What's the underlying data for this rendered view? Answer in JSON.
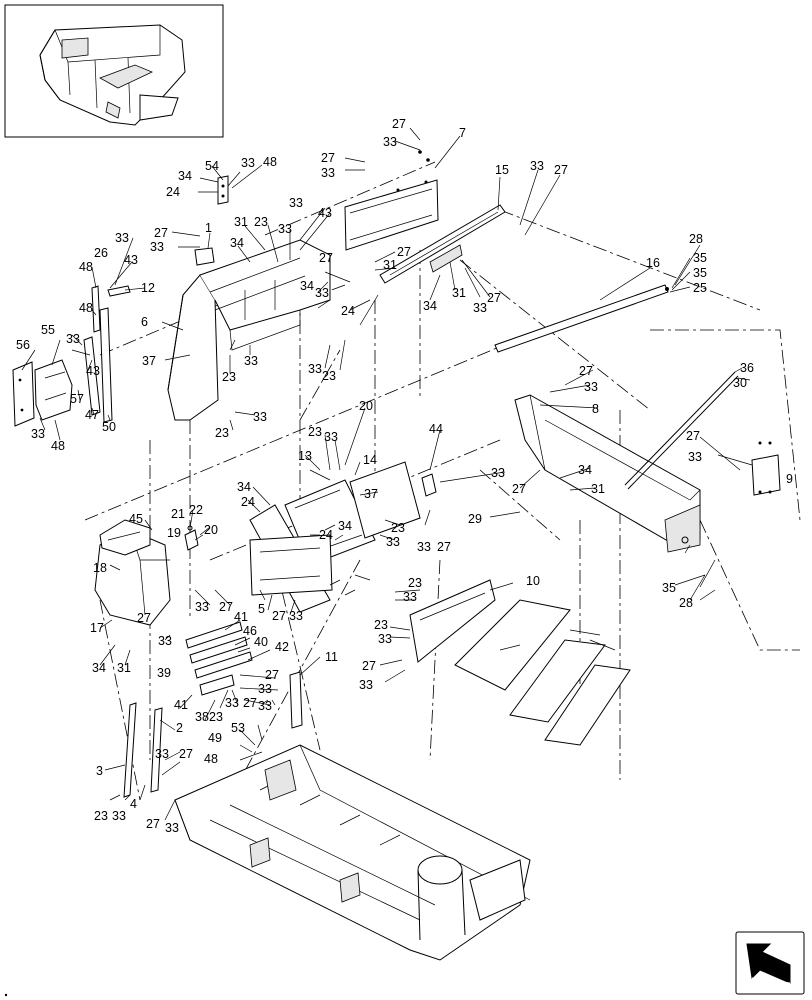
{
  "diagram": {
    "callouts": [
      {
        "id": "c1",
        "text": "27"
      },
      {
        "id": "c2",
        "text": "33"
      },
      {
        "id": "c3",
        "text": "7"
      },
      {
        "id": "c4",
        "text": "27"
      },
      {
        "id": "c5",
        "text": "33"
      },
      {
        "id": "c6",
        "text": "54"
      },
      {
        "id": "c7",
        "text": "33"
      },
      {
        "id": "c8",
        "text": "48"
      },
      {
        "id": "c9",
        "text": "34"
      },
      {
        "id": "c10",
        "text": "24"
      },
      {
        "id": "c11",
        "text": "15"
      },
      {
        "id": "c12",
        "text": "33"
      },
      {
        "id": "c13",
        "text": "27"
      },
      {
        "id": "c14",
        "text": "33"
      },
      {
        "id": "c15",
        "text": "43"
      },
      {
        "id": "c16",
        "text": "31"
      },
      {
        "id": "c17",
        "text": "23"
      },
      {
        "id": "c18",
        "text": "33"
      },
      {
        "id": "c19",
        "text": "27"
      },
      {
        "id": "c20",
        "text": "1"
      },
      {
        "id": "c21",
        "text": "33"
      },
      {
        "id": "c22",
        "text": "34"
      },
      {
        "id": "c23",
        "text": "33"
      },
      {
        "id": "c24",
        "text": "26"
      },
      {
        "id": "c25",
        "text": "48"
      },
      {
        "id": "c26",
        "text": "43"
      },
      {
        "id": "c27",
        "text": "12"
      },
      {
        "id": "c28",
        "text": "48"
      },
      {
        "id": "c29",
        "text": "6"
      },
      {
        "id": "c30",
        "text": "27"
      },
      {
        "id": "c31",
        "text": "31"
      },
      {
        "id": "c32",
        "text": "27"
      },
      {
        "id": "c33",
        "text": "33"
      },
      {
        "id": "c34",
        "text": "34"
      },
      {
        "id": "c35",
        "text": "24"
      },
      {
        "id": "c36",
        "text": "34"
      },
      {
        "id": "c37",
        "text": "31"
      },
      {
        "id": "c38",
        "text": "33"
      },
      {
        "id": "c39",
        "text": "27"
      },
      {
        "id": "c40",
        "text": "28"
      },
      {
        "id": "c41",
        "text": "16"
      },
      {
        "id": "c42",
        "text": "35"
      },
      {
        "id": "c43",
        "text": "35"
      },
      {
        "id": "c44",
        "text": "25"
      },
      {
        "id": "c45",
        "text": "55"
      },
      {
        "id": "c46",
        "text": "56"
      },
      {
        "id": "c47",
        "text": "33"
      },
      {
        "id": "c48",
        "text": "43"
      },
      {
        "id": "c49",
        "text": "57"
      },
      {
        "id": "c50",
        "text": "47"
      },
      {
        "id": "c51",
        "text": "50"
      },
      {
        "id": "c52",
        "text": "33"
      },
      {
        "id": "c53",
        "text": "48"
      },
      {
        "id": "c54",
        "text": "37"
      },
      {
        "id": "c55",
        "text": "23"
      },
      {
        "id": "c56",
        "text": "33"
      },
      {
        "id": "c57",
        "text": "33"
      },
      {
        "id": "c58",
        "text": "23"
      },
      {
        "id": "c59",
        "text": "23"
      },
      {
        "id": "c60",
        "text": "33"
      },
      {
        "id": "c61",
        "text": "27"
      },
      {
        "id": "c62",
        "text": "33"
      },
      {
        "id": "c63",
        "text": "36"
      },
      {
        "id": "c64",
        "text": "30"
      },
      {
        "id": "c65",
        "text": "8"
      },
      {
        "id": "c66",
        "text": "20"
      },
      {
        "id": "c67",
        "text": "23"
      },
      {
        "id": "c68",
        "text": "33"
      },
      {
        "id": "c69",
        "text": "44"
      },
      {
        "id": "c70",
        "text": "27"
      },
      {
        "id": "c71",
        "text": "33"
      },
      {
        "id": "c72",
        "text": "9"
      },
      {
        "id": "c73",
        "text": "13"
      },
      {
        "id": "c74",
        "text": "14"
      },
      {
        "id": "c75",
        "text": "33"
      },
      {
        "id": "c76",
        "text": "34"
      },
      {
        "id": "c77",
        "text": "27"
      },
      {
        "id": "c78",
        "text": "31"
      },
      {
        "id": "c79",
        "text": "34"
      },
      {
        "id": "c80",
        "text": "24"
      },
      {
        "id": "c81",
        "text": "37"
      },
      {
        "id": "c82",
        "text": "29"
      },
      {
        "id": "c83",
        "text": "34"
      },
      {
        "id": "c84",
        "text": "24"
      },
      {
        "id": "c85",
        "text": "23"
      },
      {
        "id": "c86",
        "text": "33"
      },
      {
        "id": "c87",
        "text": "33"
      },
      {
        "id": "c88",
        "text": "27"
      },
      {
        "id": "c89",
        "text": "21"
      },
      {
        "id": "c90",
        "text": "22"
      },
      {
        "id": "c91",
        "text": "45"
      },
      {
        "id": "c92",
        "text": "19"
      },
      {
        "id": "c93",
        "text": "20"
      },
      {
        "id": "c94",
        "text": "18"
      },
      {
        "id": "c95",
        "text": "33"
      },
      {
        "id": "c96",
        "text": "27"
      },
      {
        "id": "c97",
        "text": "5"
      },
      {
        "id": "c98",
        "text": "27"
      },
      {
        "id": "c99",
        "text": "33"
      },
      {
        "id": "c100",
        "text": "23"
      },
      {
        "id": "c101",
        "text": "33"
      },
      {
        "id": "c102",
        "text": "10"
      },
      {
        "id": "c103",
        "text": "35"
      },
      {
        "id": "c104",
        "text": "28"
      },
      {
        "id": "c105",
        "text": "17"
      },
      {
        "id": "c106",
        "text": "27"
      },
      {
        "id": "c107",
        "text": "33"
      },
      {
        "id": "c108",
        "text": "34"
      },
      {
        "id": "c109",
        "text": "31"
      },
      {
        "id": "c110",
        "text": "41"
      },
      {
        "id": "c111",
        "text": "46"
      },
      {
        "id": "c112",
        "text": "40"
      },
      {
        "id": "c113",
        "text": "42"
      },
      {
        "id": "c114",
        "text": "23"
      },
      {
        "id": "c115",
        "text": "33"
      },
      {
        "id": "c116",
        "text": "27"
      },
      {
        "id": "c117",
        "text": "33"
      },
      {
        "id": "c118",
        "text": "39"
      },
      {
        "id": "c119",
        "text": "11"
      },
      {
        "id": "c120",
        "text": "27"
      },
      {
        "id": "c121",
        "text": "33"
      },
      {
        "id": "c122",
        "text": "41"
      },
      {
        "id": "c123",
        "text": "38"
      },
      {
        "id": "c124",
        "text": "23"
      },
      {
        "id": "c125",
        "text": "33"
      },
      {
        "id": "c126",
        "text": "2"
      },
      {
        "id": "c127",
        "text": "27"
      },
      {
        "id": "c128",
        "text": "33"
      },
      {
        "id": "c129",
        "text": "49"
      },
      {
        "id": "c130",
        "text": "53"
      },
      {
        "id": "c131",
        "text": "48"
      },
      {
        "id": "c132",
        "text": "3"
      },
      {
        "id": "c133",
        "text": "33"
      },
      {
        "id": "c134",
        "text": "27"
      },
      {
        "id": "c135",
        "text": "4"
      },
      {
        "id": "c136",
        "text": "23"
      },
      {
        "id": "c137",
        "text": "33"
      },
      {
        "id": "c138",
        "text": "27"
      },
      {
        "id": "c139",
        "text": "33"
      }
    ]
  }
}
